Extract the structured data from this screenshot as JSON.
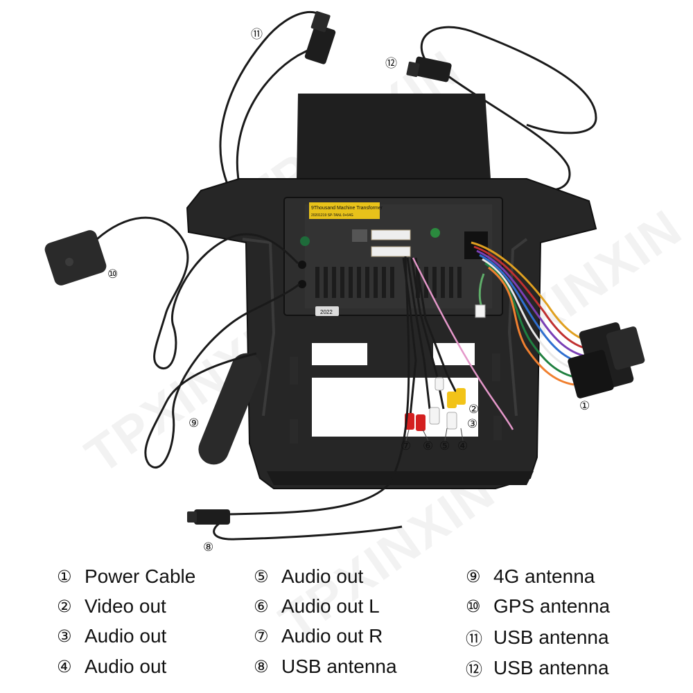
{
  "watermark": "TPXINXIN",
  "unit": {
    "sticker_line1": "9Thousand Machine Transformer",
    "sticker_line2": "20201219 SP-TANL 0+64G",
    "chip": "2022"
  },
  "callouts": [
    {
      "id": "1",
      "text": "①"
    },
    {
      "id": "2",
      "text": "②"
    },
    {
      "id": "3",
      "text": "③"
    },
    {
      "id": "4",
      "text": "④"
    },
    {
      "id": "5",
      "text": "⑤"
    },
    {
      "id": "6",
      "text": "⑥"
    },
    {
      "id": "7",
      "text": "⑦"
    },
    {
      "id": "8",
      "text": "⑧"
    },
    {
      "id": "9",
      "text": "⑨"
    },
    {
      "id": "10",
      "text": "⑩"
    },
    {
      "id": "11",
      "text": "⑪"
    },
    {
      "id": "12",
      "text": "⑫"
    }
  ],
  "legend": [
    {
      "num": "①",
      "label": "Power Cable"
    },
    {
      "num": "②",
      "label": "Video out"
    },
    {
      "num": "③",
      "label": "Audio out"
    },
    {
      "num": "④",
      "label": "Audio out"
    },
    {
      "num": "⑤",
      "label": "Audio out"
    },
    {
      "num": "⑥",
      "label": "Audio out L"
    },
    {
      "num": "⑦",
      "label": "Audio out R"
    },
    {
      "num": "⑧",
      "label": "USB antenna"
    },
    {
      "num": "⑨",
      "label": "4G antenna"
    },
    {
      "num": "⑩",
      "label": "GPS antenna"
    },
    {
      "num": "⑪",
      "label": "USB antenna"
    },
    {
      "num": "⑫",
      "label": "USB antenna"
    }
  ]
}
